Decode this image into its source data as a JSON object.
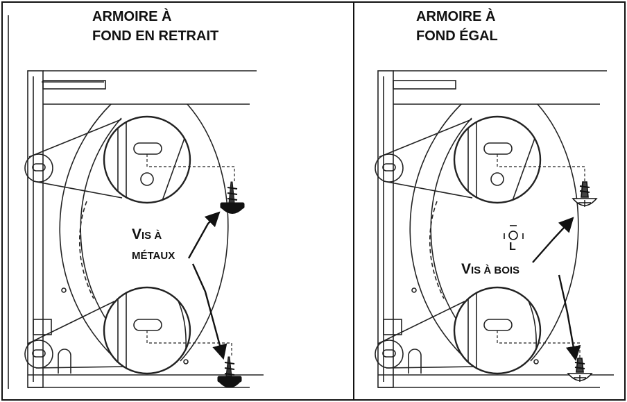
{
  "left_panel": {
    "title_line1": "ARMOIRE À",
    "title_line2": "FOND EN RETRAIT",
    "screw_label_line1_big": "V",
    "screw_label_line1_small": "IS À",
    "screw_label_line2": "MÉTAUX"
  },
  "right_panel": {
    "title_line1": "ARMOIRE À",
    "title_line2": "FOND ÉGAL",
    "screw_label_big": "V",
    "screw_label_small": "IS À BOIS",
    "level_label": "L"
  },
  "icons": [
    "metal-screw-icon",
    "wood-screw-icon",
    "level-icon"
  ]
}
